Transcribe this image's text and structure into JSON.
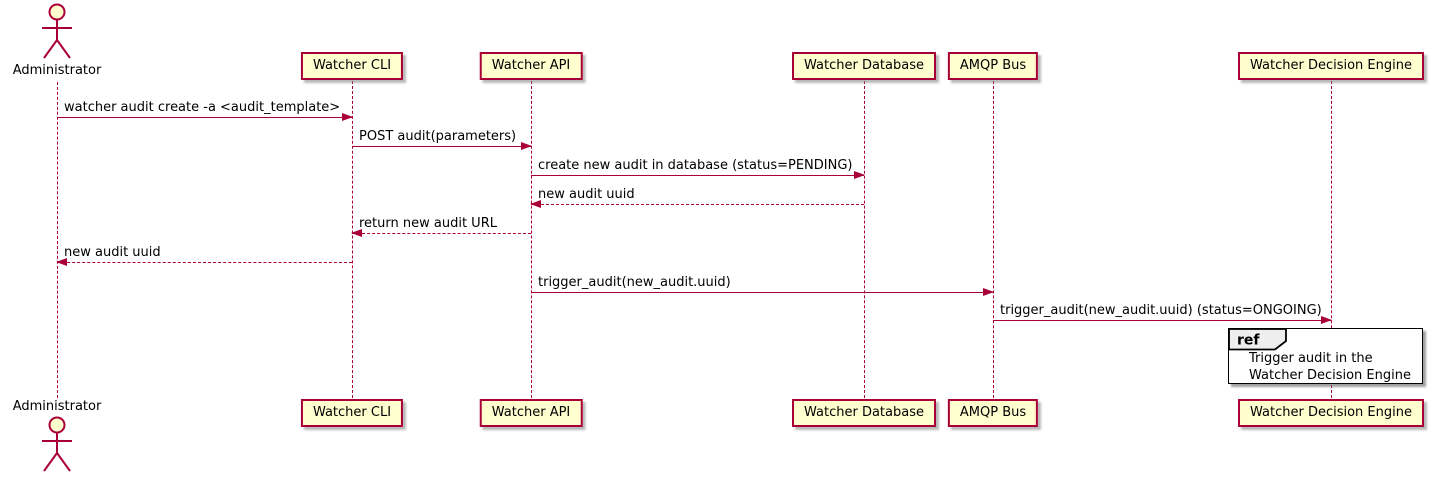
{
  "colors": {
    "accent": "#A80036",
    "participant_fill": "#FEFECE",
    "ref_header_fill": "#EEEEEE",
    "text": "#000000",
    "background": "#FFFFFF"
  },
  "actor": {
    "label": "Administrator"
  },
  "participants": [
    {
      "label": "Watcher CLI"
    },
    {
      "label": "Watcher API"
    },
    {
      "label": "Watcher Database"
    },
    {
      "label": "AMQP Bus"
    },
    {
      "label": "Watcher Decision Engine"
    }
  ],
  "messages": [
    {
      "from": "Administrator",
      "to": "Watcher CLI",
      "label": "watcher audit create -a <audit_template>",
      "line": "solid",
      "direction": "right"
    },
    {
      "from": "Watcher CLI",
      "to": "Watcher API",
      "label": "POST audit(parameters)",
      "line": "solid",
      "direction": "right"
    },
    {
      "from": "Watcher API",
      "to": "Watcher Database",
      "label": "create new audit in database (status=PENDING)",
      "line": "solid",
      "direction": "right"
    },
    {
      "from": "Watcher Database",
      "to": "Watcher API",
      "label": "new audit uuid",
      "line": "dashed",
      "direction": "left"
    },
    {
      "from": "Watcher API",
      "to": "Watcher CLI",
      "label": "return new audit URL",
      "line": "dashed",
      "direction": "left"
    },
    {
      "from": "Watcher CLI",
      "to": "Administrator",
      "label": "new audit uuid",
      "line": "dashed",
      "direction": "left"
    },
    {
      "from": "Watcher API",
      "to": "AMQP Bus",
      "label": "trigger_audit(new_audit.uuid)",
      "line": "solid",
      "direction": "right"
    },
    {
      "from": "AMQP Bus",
      "to": "Watcher Decision Engine",
      "label": "trigger_audit(new_audit.uuid) (status=ONGOING)",
      "line": "solid",
      "direction": "right"
    }
  ],
  "ref": {
    "keyword": "ref",
    "lines": [
      "Trigger audit in the",
      "Watcher Decision Engine"
    ]
  }
}
